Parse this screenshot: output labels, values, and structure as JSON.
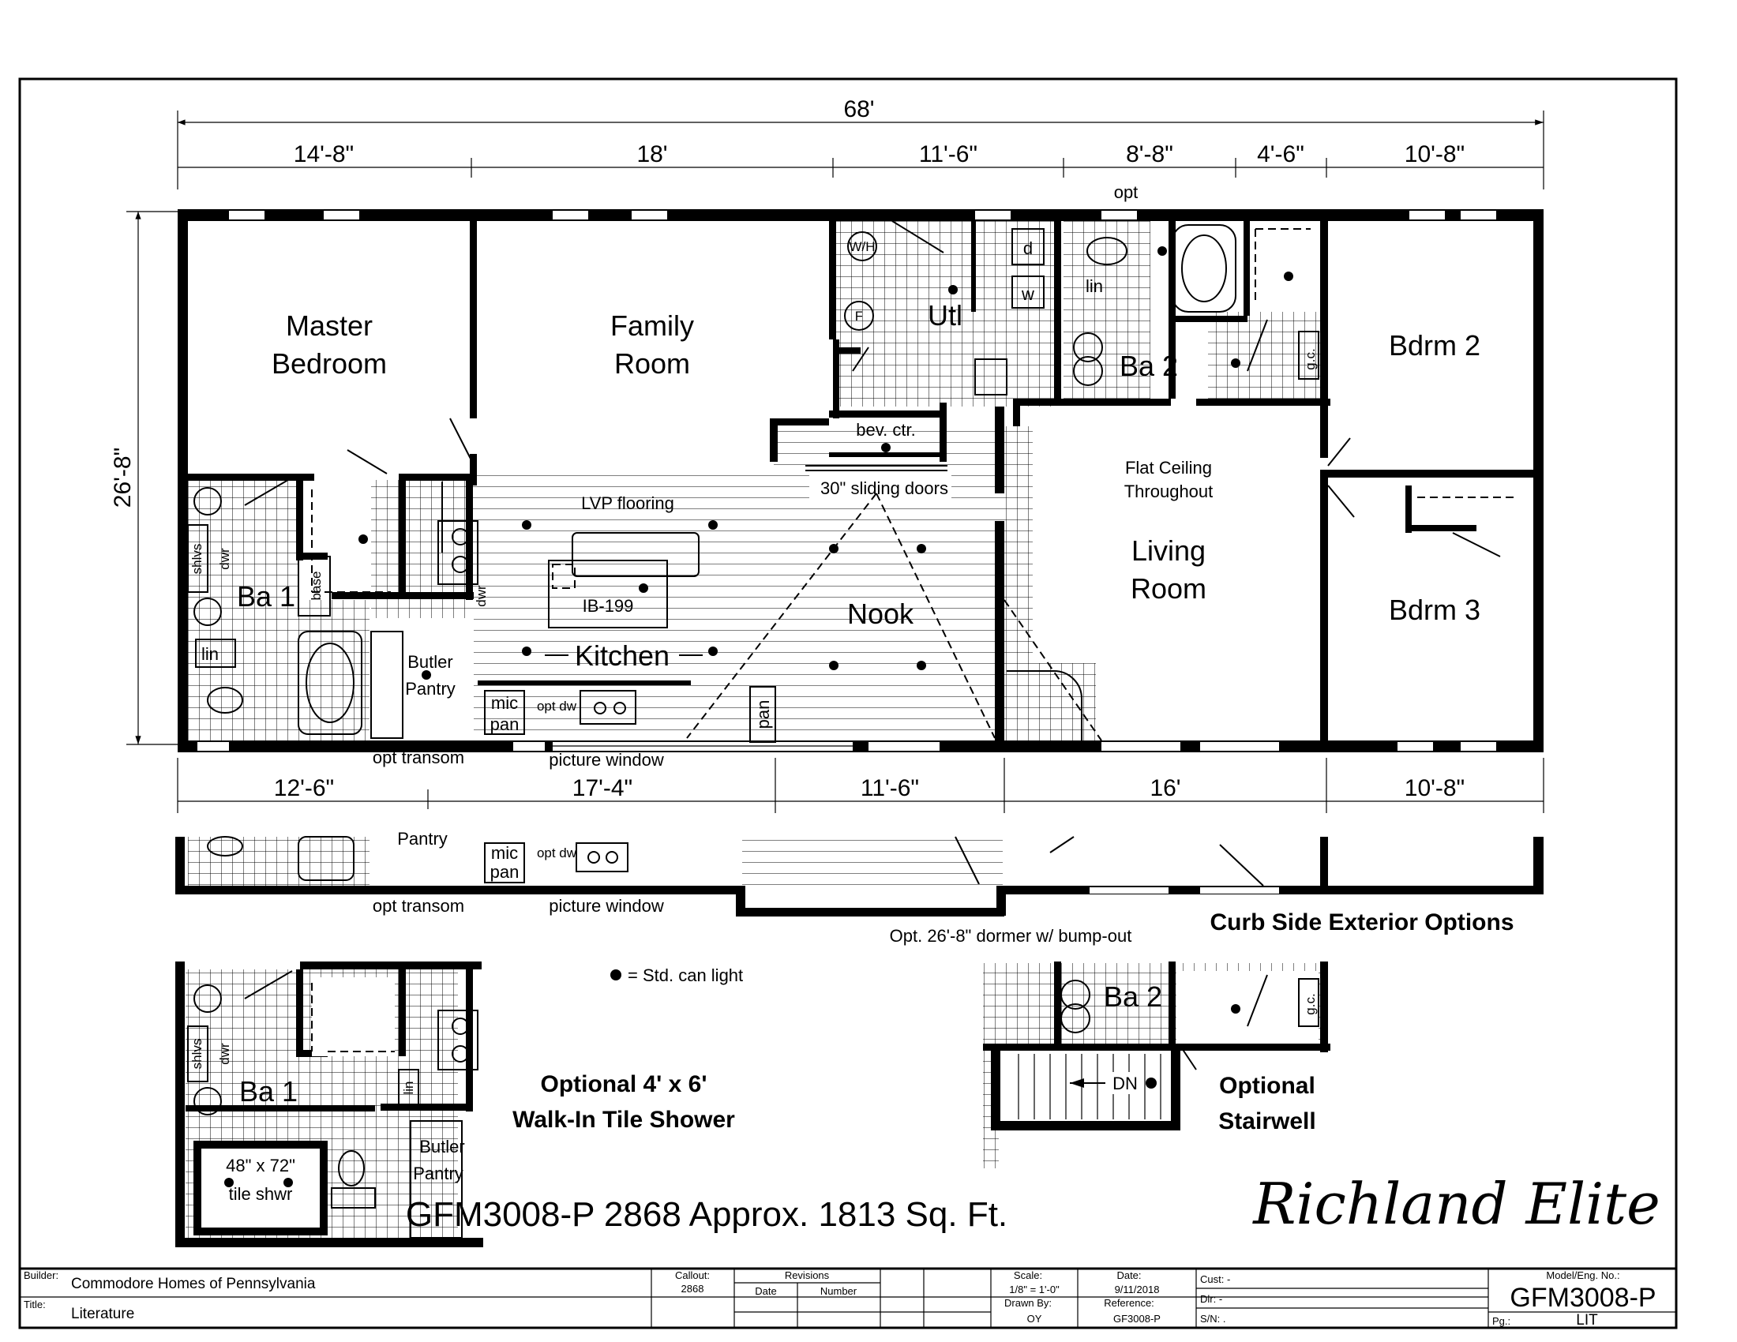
{
  "plan": {
    "overall_dim": "68'",
    "top_dims": [
      "14'-8\"",
      "18'",
      "11'-6\"",
      "8'-8\"",
      "4'-6\"",
      "10'-8\""
    ],
    "bottom_dims": [
      "12'-6\"",
      "17'-4\"",
      "11'-6\"",
      "16'",
      "10'-8\""
    ],
    "side_dim": "26'-8\"",
    "rooms": {
      "master_bedroom_1": "Master",
      "master_bedroom_2": "Bedroom",
      "family_room_1": "Family",
      "family_room_2": "Room",
      "utl": "Utl",
      "ba2": "Ba 2",
      "bdrm2": "Bdrm 2",
      "bdrm3": "Bdrm 3",
      "living_1": "Living",
      "living_2": "Room",
      "flat_ceiling_1": "Flat Ceiling",
      "flat_ceiling_2": "Throughout",
      "ba1": "Ba 1",
      "kitchen": "Kitchen",
      "nook": "Nook",
      "lvp": "LVP flooring",
      "sliding_doors": "30\" sliding doors",
      "bev_ctr": "bev. ctr.",
      "island": "IB-199",
      "butler_1": "Butler",
      "butler_2": "Pantry"
    },
    "small_labels": {
      "opt": "opt",
      "d": "d",
      "w": "w",
      "wh": "W/H",
      "f": "F",
      "lin": "lin",
      "gc": "g.c.",
      "shlvs": "shlvs",
      "dwr": "dwr",
      "base": "base",
      "mic": "mic",
      "pan": "pan",
      "opt_dw": "opt dw",
      "pan_v": "pan",
      "opt_transom": "opt transom",
      "picture_window": "picture window"
    }
  },
  "exterior_options": {
    "title": "Curb Side Exterior Options",
    "dormer_note": "Opt. 26'-8\" dormer w/ bump-out",
    "opt_transom": "opt transom",
    "picture_window": "picture window",
    "mic": "mic",
    "pan": "pan",
    "opt_dw": "opt dw",
    "pantry_cut": "Pantry"
  },
  "shower_option": {
    "title_1": "Optional 4' x 6'",
    "title_2": "Walk-In Tile Shower",
    "ba1": "Ba 1",
    "shower_1": "48\" x 72\"",
    "shower_2": "tile shwr",
    "shlvs": "shlvs",
    "dwr": "dwr",
    "lin": "lin",
    "butler_1": "Butler",
    "butler_2": "Pantry"
  },
  "stair_option": {
    "title_1": "Optional",
    "title_2": "Stairwell",
    "ba2": "Ba 2",
    "gc": "g.c.",
    "dn": "DN"
  },
  "legend": {
    "can_light": "= Std. can light"
  },
  "model_line": "GFM3008-P 2868  Approx. 1813 Sq. Ft.",
  "brand": "Richland Elite",
  "title_block": {
    "builder_label": "Builder:",
    "builder": "Commodore Homes of Pennsylvania",
    "title_label": "Title:",
    "title": "Literature",
    "callout_label": "Callout:",
    "callout": "2868",
    "revisions_label": "Revisions",
    "date_col": "Date",
    "number_col": "Number",
    "scale_label": "Scale:",
    "scale": "1/8\" = 1'-0\"",
    "date_label": "Date:",
    "date": "9/11/2018",
    "drawn_label": "Drawn By:",
    "drawn": "OY",
    "reference_label": "Reference:",
    "reference": "GF3008-P",
    "cust": "Cust: -",
    "dlr": "Dlr:  -",
    "sn": "S/N: .",
    "model_label": "Model/Eng. No.:",
    "model": "GFM3008-P",
    "pg_label": "Pg.:",
    "pg": "LIT"
  }
}
